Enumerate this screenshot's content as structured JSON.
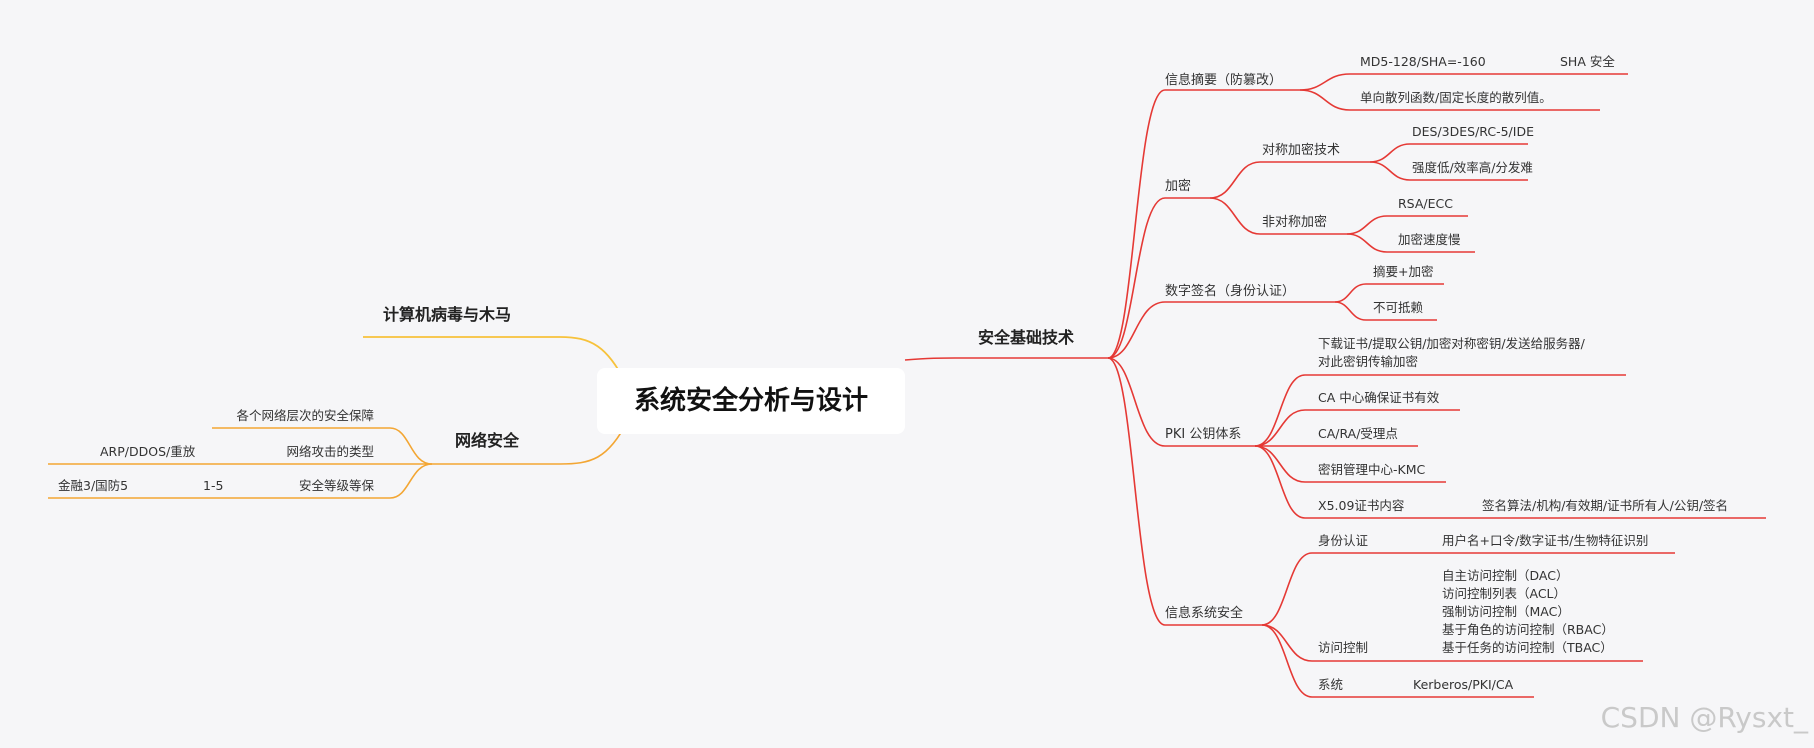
{
  "root": "系统安全分析与设计",
  "right_branch": {
    "title": "安全基础技术",
    "digest": {
      "label": "信息摘要（防篡改）",
      "items": [
        "MD5-128/SHA=-160",
        "SHA 安全",
        "单向散列函数/固定长度的散列值。"
      ]
    },
    "encryption": {
      "label": "加密",
      "symmetric": {
        "label": "对称加密技术",
        "items": [
          "DES/3DES/RC-5/IDE",
          "强度低/效率高/分发难"
        ]
      },
      "asymmetric": {
        "label": "非对称加密",
        "items": [
          "RSA/ECC",
          "加密速度慢"
        ]
      }
    },
    "signature": {
      "label": "数字签名（身份认证）",
      "items": [
        "摘要+加密",
        "不可抵赖"
      ]
    },
    "pki": {
      "label": "PKI 公钥体系",
      "flow_line1": "下载证书/提取公钥/加密对称密钥/发送给服务器/",
      "flow_line2": "对此密钥传输加密",
      "items": [
        "CA 中心确保证书有效",
        "CA/RA/受理点",
        "密钥管理中心-KMC"
      ],
      "x509": "X5.09证书内容",
      "x509_detail": "签名算法/机构/有效期/证书所有人/公钥/签名"
    },
    "infosys": {
      "label": "信息系统安全",
      "auth": "身份认证",
      "auth_detail": "用户名+口令/数字证书/生物特征识别",
      "access": "访问控制",
      "access_items": [
        "自主访问控制（DAC）",
        "访问控制列表（ACL）",
        "强制访问控制（MAC）",
        "基于角色的访问控制（RBAC）",
        "基于任务的访问控制（TBAC）"
      ],
      "system": "系统",
      "system_detail": "Kerberos/PKI/CA"
    }
  },
  "left_branches": {
    "virus": {
      "title": "计算机病毒与木马"
    },
    "network": {
      "title": "网络安全",
      "layer": "各个网络层次的安全保障",
      "attack": "网络攻击的类型",
      "attack_detail": "ARP/DDOS/重放",
      "level": "安全等级等保",
      "level_range": "1-5",
      "level_detail": "金融3/国防5"
    }
  },
  "watermark": "CSDN @Rysxt_",
  "colors": {
    "right": "#e53935",
    "virus": "#f7c23b",
    "network": "#f3a633"
  }
}
